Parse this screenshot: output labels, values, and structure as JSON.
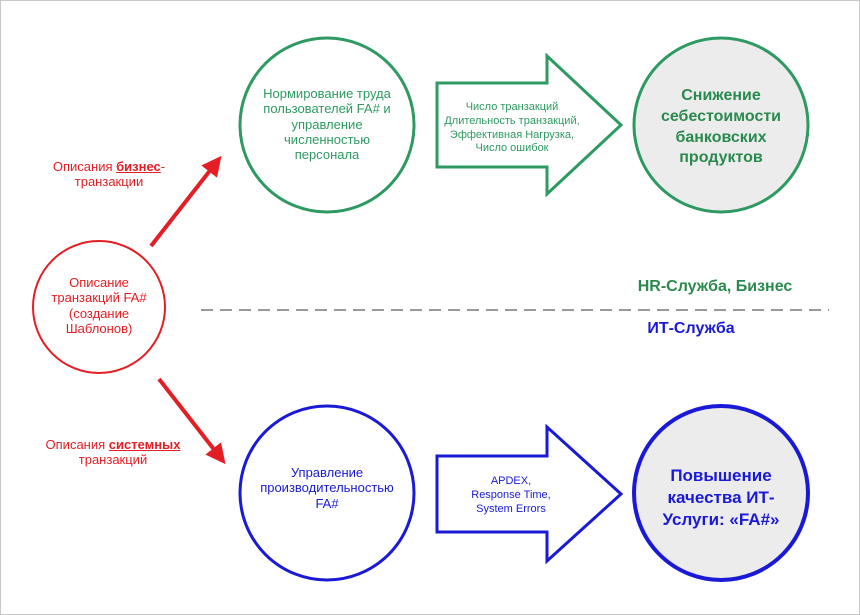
{
  "colors": {
    "red": "#e31e24",
    "green": "#2e9a62",
    "blue": "#1a1ad6",
    "grey_fill": "#ececec",
    "dash": "#999999"
  },
  "left_circle": {
    "lines": [
      "Описание",
      "транзакций FA#",
      "(создание",
      "Шаблонов)"
    ]
  },
  "top_arrow_label": {
    "prefix": "Описания ",
    "emphasis": "бизнес",
    "suffix": "-",
    "line2": "транзакции"
  },
  "bottom_arrow_label": {
    "prefix": "Описания ",
    "emphasis": "системных",
    "line2": "транзакций"
  },
  "top_circle": {
    "lines": [
      "Нормирование труда",
      "пользователей FA# и",
      "управление",
      "численностью",
      "персонала"
    ]
  },
  "top_arrow": {
    "lines": [
      "Число транзакций",
      "Длительность транзакций,",
      "Эффективная Нагрузка,",
      "Число ошибок"
    ]
  },
  "top_result": {
    "lines": [
      "Снижение",
      "себестоимости",
      "банковских",
      "продуктов"
    ]
  },
  "bottom_circle": {
    "lines": [
      "Управление",
      "производительностью",
      "FA#"
    ]
  },
  "bottom_arrow": {
    "lines": [
      "APDEX,",
      "Response Time,",
      "System Errors"
    ]
  },
  "bottom_result": {
    "lines": [
      "Повышение",
      "качества ИТ-",
      "Услуги: «FA#»"
    ]
  },
  "section_labels": {
    "upper": "HR-Служба, Бизнес",
    "lower": "ИТ-Служба"
  }
}
